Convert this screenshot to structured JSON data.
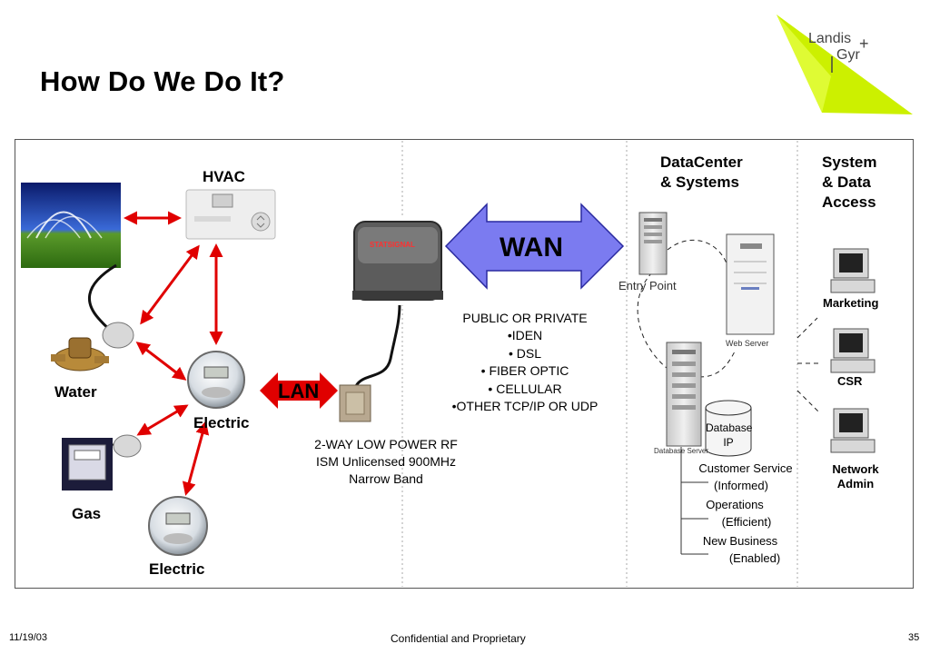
{
  "title": "How Do We Do It?",
  "logo": {
    "line1": "Landis",
    "line2": "Gyr",
    "plus": "+"
  },
  "labels": {
    "hvac": "HVAC",
    "water": "Water",
    "electric1": "Electric",
    "gas": "Gas",
    "electric2": "Electric",
    "lan": "LAN",
    "wan": "WAN",
    "statsignal": "STATSIGNAL",
    "entry_point": "Entry Point",
    "web_server": "Web Server",
    "database_server": "Database Server",
    "database_ip": [
      "Database",
      "IP"
    ]
  },
  "rf_text": [
    "2-WAY LOW POWER RF",
    "ISM Unlicensed 900MHz",
    "Narrow Band"
  ],
  "wan_options": [
    "PUBLIC OR PRIVATE",
    "•IDEN",
    "• DSL",
    "• FIBER OPTIC",
    "• CELLULAR",
    "•OTHER TCP/IP OR UDP"
  ],
  "datacenter": [
    "DataCenter",
    "& Systems"
  ],
  "system_access": [
    "System",
    "& Data",
    "Access"
  ],
  "services": [
    [
      "Customer Service",
      "(Informed)"
    ],
    [
      "Operations",
      "(Efficient)"
    ],
    [
      "New Business",
      "(Enabled)"
    ]
  ],
  "terminals": [
    "Marketing",
    "CSR",
    "Network",
    "Admin"
  ],
  "footer": {
    "date": "11/19/03",
    "center": "Confidential and Proprietary",
    "page": "35"
  },
  "colors": {
    "arrow_red": "#e00000",
    "wan_blue": "#7b7bf0",
    "logo_green": "#ccf000"
  },
  "icons": [
    "sprinkler-image-icon",
    "thermostat-icon",
    "water-meter-icon",
    "electric-meter-icon",
    "gas-meter-icon",
    "radio-module-icon",
    "collector-box-icon",
    "server-icon",
    "database-icon",
    "computer-terminal-icon"
  ]
}
